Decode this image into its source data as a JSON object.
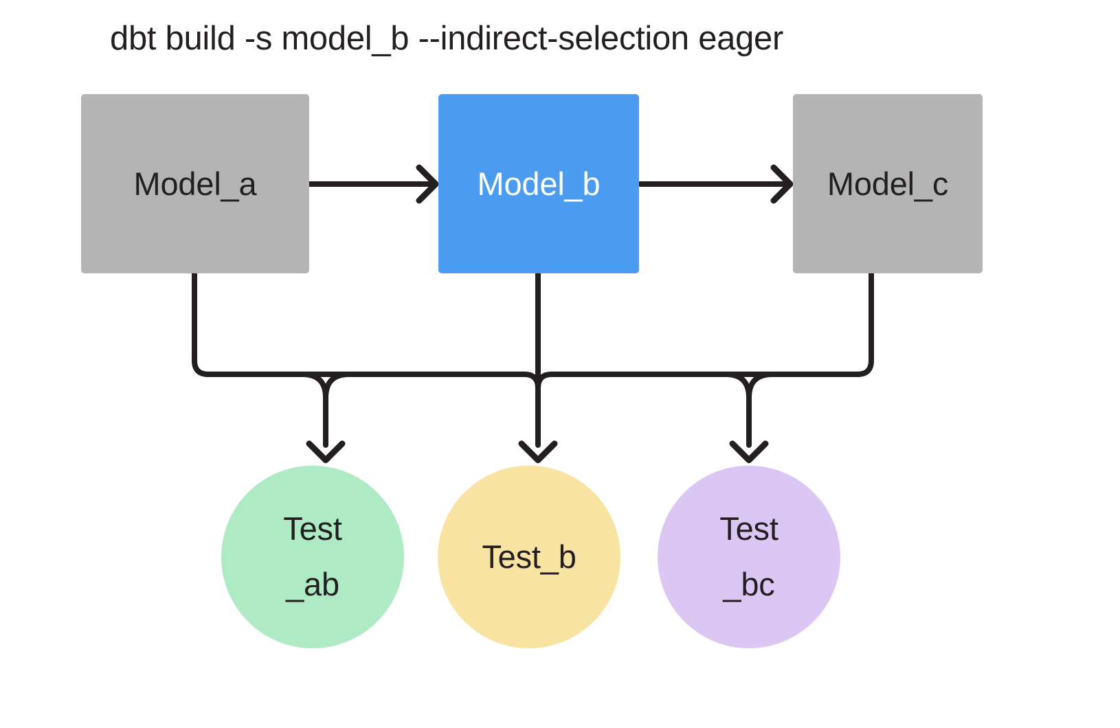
{
  "title": "dbt build -s model_b --indirect-selection eager",
  "colors": {
    "background": "#ffffff",
    "model_gray": "#b4b4b4",
    "model_selected_blue": "#4b9bf0",
    "test_ab_green": "#aeeac4",
    "test_b_yellow": "#f8e3a2",
    "test_bc_purple": "#dcc7f4",
    "edge_stroke": "#231f20",
    "text_dark": "#231f20",
    "text_light": "#ffffff"
  },
  "models": [
    {
      "id": "model_a",
      "label": "Model_a",
      "fill": "#b4b4b4",
      "text_color": "#231f20",
      "selected": false
    },
    {
      "id": "model_b",
      "label": "Model_b",
      "fill": "#4b9bf0",
      "text_color": "#ffffff",
      "selected": true
    },
    {
      "id": "model_c",
      "label": "Model_c",
      "fill": "#b4b4b4",
      "text_color": "#231f20",
      "selected": false
    }
  ],
  "tests": [
    {
      "id": "test_ab",
      "line1": "Test",
      "line2": "_ab",
      "fill": "#aeeac4",
      "text_color": "#231f20"
    },
    {
      "id": "test_b",
      "line1": "Test_b",
      "line2": "",
      "fill": "#f8e3a2",
      "text_color": "#231f20"
    },
    {
      "id": "test_bc",
      "line1": "Test",
      "line2": "_bc",
      "fill": "#dcc7f4",
      "text_color": "#231f20"
    }
  ],
  "edges": [
    {
      "id": "model_a-to-model_b",
      "from": "model_a",
      "to": "model_b",
      "kind": "horizontal-arrow"
    },
    {
      "id": "model_b-to-model_c",
      "from": "model_b",
      "to": "model_c",
      "kind": "horizontal-arrow"
    },
    {
      "id": "model_a-to-test_ab",
      "from": "model_a",
      "to": "test_ab",
      "kind": "elbow-arrow"
    },
    {
      "id": "model_b-to-test_ab",
      "from": "model_b",
      "to": "test_ab",
      "kind": "elbow-arrow"
    },
    {
      "id": "model_b-to-test_b",
      "from": "model_b",
      "to": "test_b",
      "kind": "straight-arrow"
    },
    {
      "id": "model_b-to-test_bc",
      "from": "model_b",
      "to": "test_bc",
      "kind": "elbow-arrow"
    },
    {
      "id": "model_c-to-test_bc",
      "from": "model_c",
      "to": "test_bc",
      "kind": "elbow-arrow"
    }
  ]
}
